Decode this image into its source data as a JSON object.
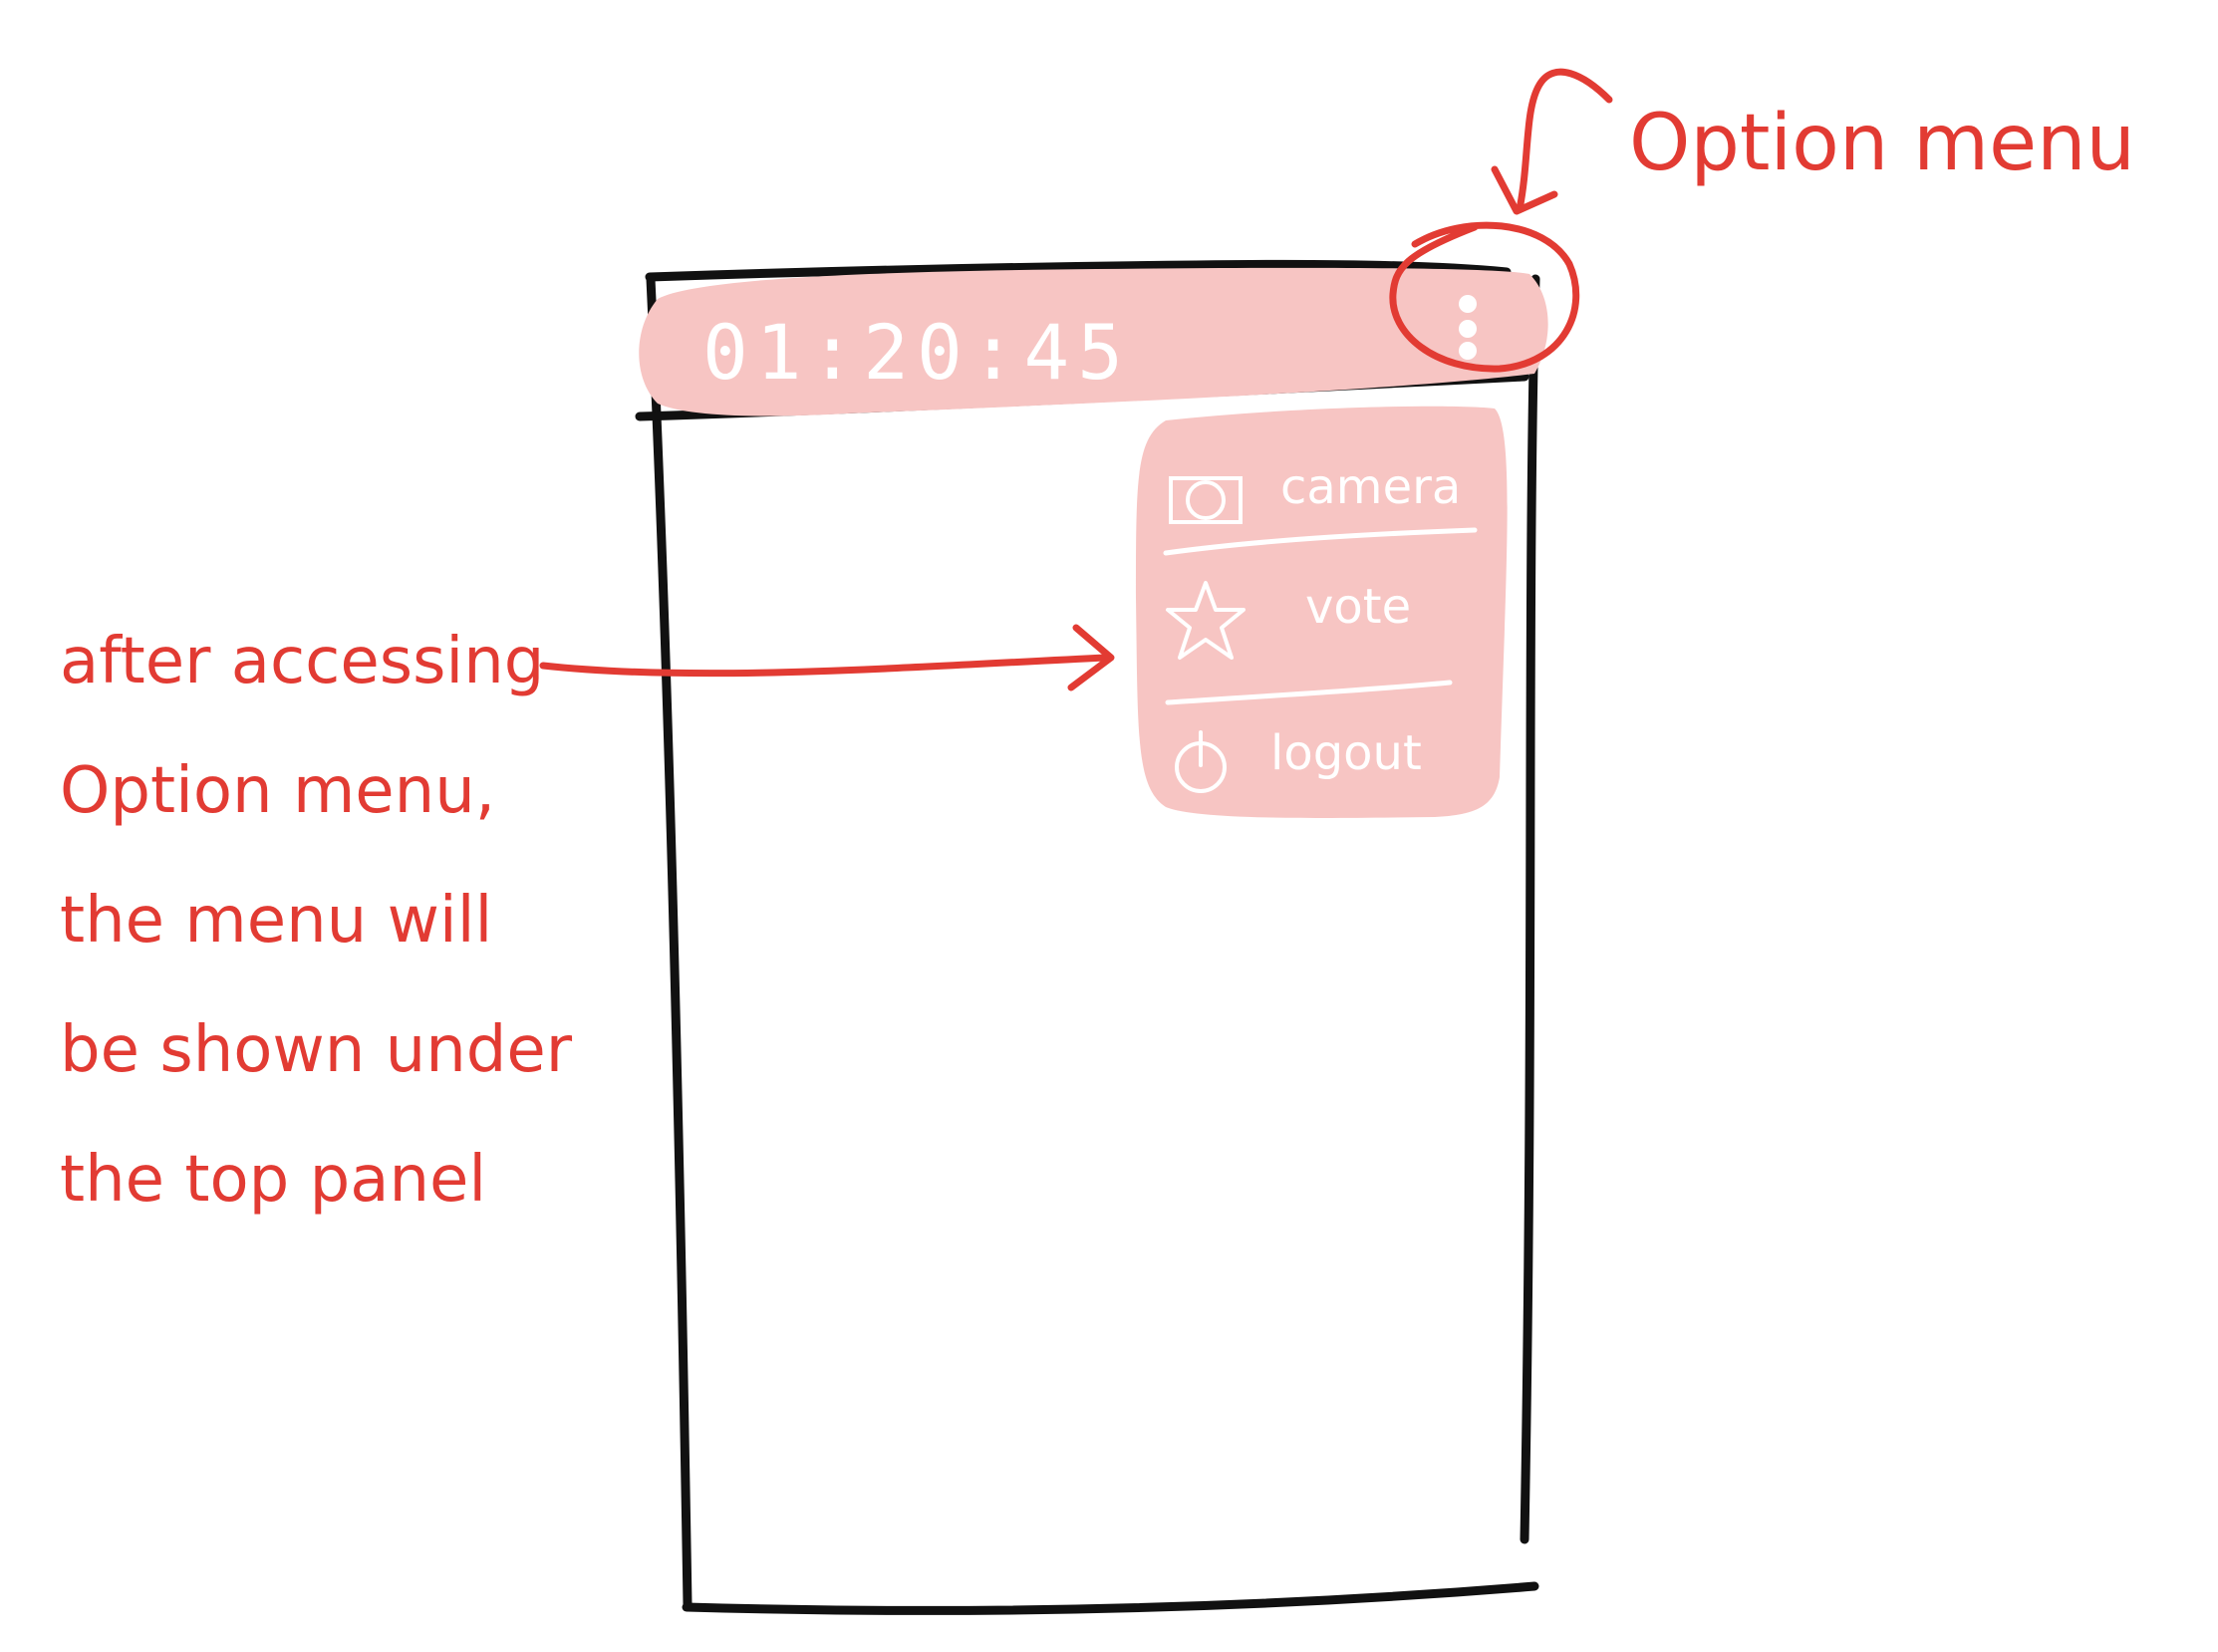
{
  "colors": {
    "annotation": "#e23b33",
    "panel_fill": "#f7c5c3",
    "outline": "#111111",
    "menu_text": "#ffffff"
  },
  "top_panel": {
    "timer": "01:20:45",
    "option_menu_icon": "kebab-vertical-icon"
  },
  "option_menu": {
    "items": [
      {
        "label": "camera",
        "icon": "camera-icon"
      },
      {
        "label": "vote",
        "icon": "star-icon"
      },
      {
        "label": "logout",
        "icon": "power-icon"
      }
    ]
  },
  "annotations": {
    "option_menu_label": "Option menu",
    "after_accessing_lines": [
      "after accessing",
      "Option menu,",
      "the menu will",
      "be shown under",
      "the top panel"
    ]
  }
}
